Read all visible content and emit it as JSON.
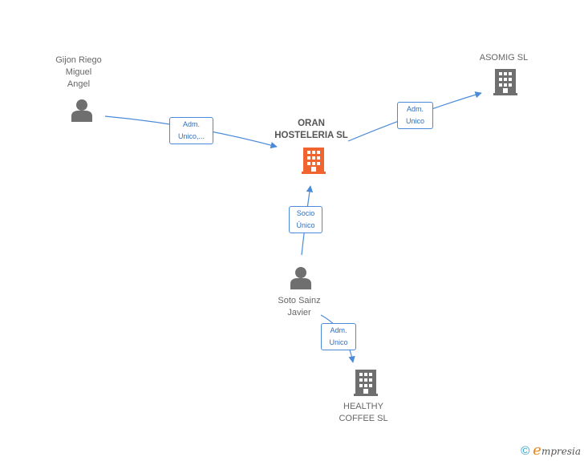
{
  "nodes": {
    "gijon": {
      "label": "Gijon Riego\nMiguel\nAngel",
      "type": "person"
    },
    "asomig": {
      "label": "ASOMIG SL",
      "type": "company"
    },
    "oran": {
      "label": "ORAN\nHOSTELERIA SL",
      "type": "company-main"
    },
    "soto": {
      "label": "Soto Sainz\nJavier",
      "type": "person"
    },
    "healthy": {
      "label": "HEALTHY\nCOFFEE SL",
      "type": "company"
    }
  },
  "edges": {
    "gijon_oran": {
      "label": "Adm.\nUnico,..."
    },
    "oran_asomig": {
      "label": "Adm.\nUnico"
    },
    "soto_oran": {
      "label": "Socio\nÚnico"
    },
    "soto_healthy": {
      "label": "Adm.\nUnico"
    }
  },
  "colors": {
    "edge": "#4a8ad8",
    "company_icon": "#6f6f6f",
    "main_company_icon": "#f0652f",
    "person_icon": "#6f6f6f"
  },
  "footer": {
    "copyright_symbol": "©",
    "brand_first": "e",
    "brand_rest": "mpresia"
  }
}
